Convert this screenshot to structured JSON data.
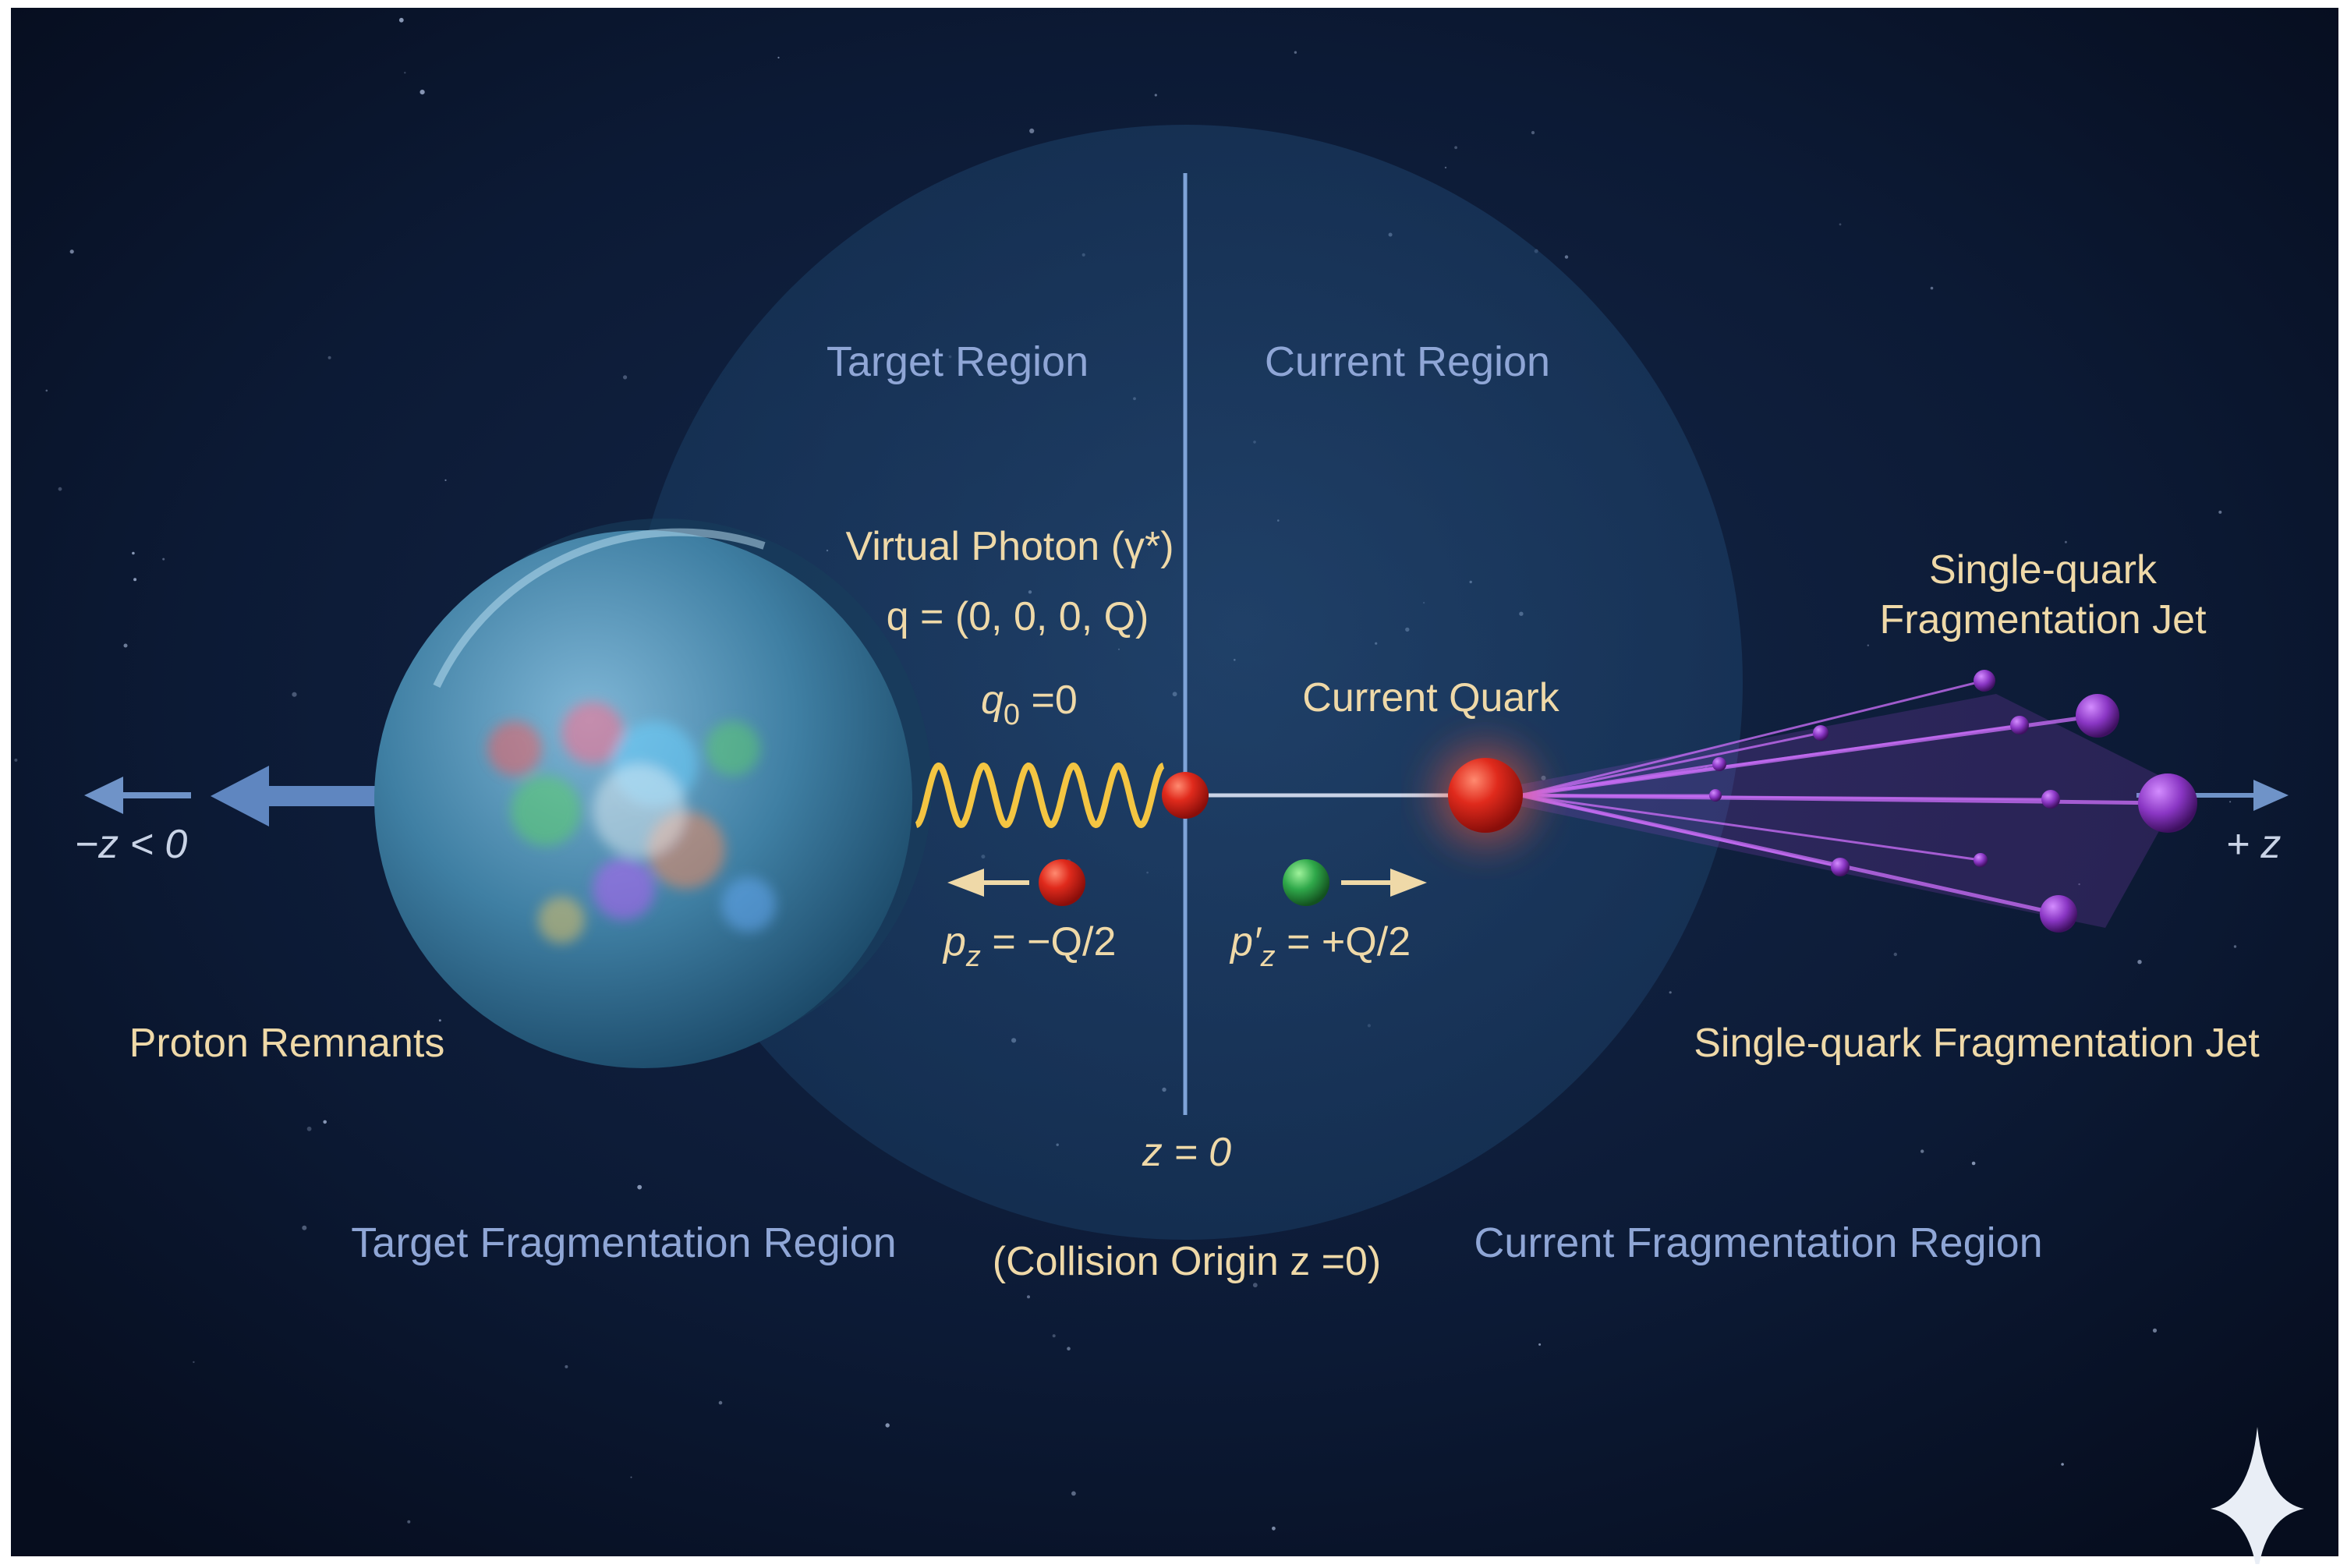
{
  "regions": {
    "target_region": "Target Region",
    "current_region": "Current Region",
    "target_fragmentation": "Target Fragmentation Region",
    "current_fragmentation": "Current Fragmentation Region"
  },
  "photon": {
    "title": "Virtual Photon (γ*)",
    "q_vector": "q = (0, 0, 0, Q)",
    "q0_symbol": "q",
    "q0_subscript": "0",
    "q0_value": " =0"
  },
  "quark": {
    "current_quark": "Current Quark",
    "pz_symbol": "p",
    "pz_subscript": "z",
    "pz_value": " = −Q/2",
    "pz_prime_symbol": "p′",
    "pz_prime_subscript": "z",
    "pz_prime_value": " = +Q/2"
  },
  "labels": {
    "proton_remnants": "Proton Remnants",
    "jet_top_line1": "Single-quark",
    "jet_top_line2": "Fragmentation Jet",
    "jet_bottom": "Single-quark Fragmentation Jet",
    "z_zero": "z = 0",
    "collision_origin": "(Collision Origin z =0)"
  },
  "axis": {
    "neg_z": "−z < 0",
    "pos_z": "+ z"
  },
  "colors": {
    "background": "#0b1630",
    "region_sphere": "#1d3f66",
    "label_blue": "#8fa6d6",
    "label_gold": "#efd9a8",
    "photon_wave": "#f4c542",
    "quark_red": "#d8261c",
    "quark_green": "#2fa84a",
    "jet_purple": "#a04ad8"
  }
}
